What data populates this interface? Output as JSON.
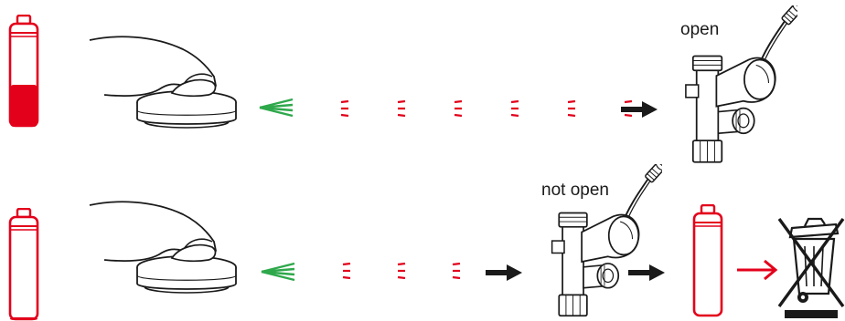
{
  "row_top": {
    "valve_label": "open",
    "battery_level": 0.45,
    "signal_dash_count": 6,
    "signal_reaches_valve": true
  },
  "row_bottom": {
    "valve_label": "not open",
    "battery_level": 0.02,
    "signal_dash_count": 3,
    "signal_reaches_valve": false
  },
  "colors": {
    "battery": "#e3001b",
    "signal_green": "#2ea84b",
    "signal_red": "#e3001b",
    "arrow_black": "#1a1a1a",
    "arrow_red": "#e3001b",
    "outline": "#1a1a1a"
  },
  "icons": [
    "battery-icon",
    "finger-pressing-button-icon",
    "wireless-signal-icon",
    "valve-icon",
    "right-arrow-icon",
    "crossed-out-wheelie-bin-icon"
  ]
}
